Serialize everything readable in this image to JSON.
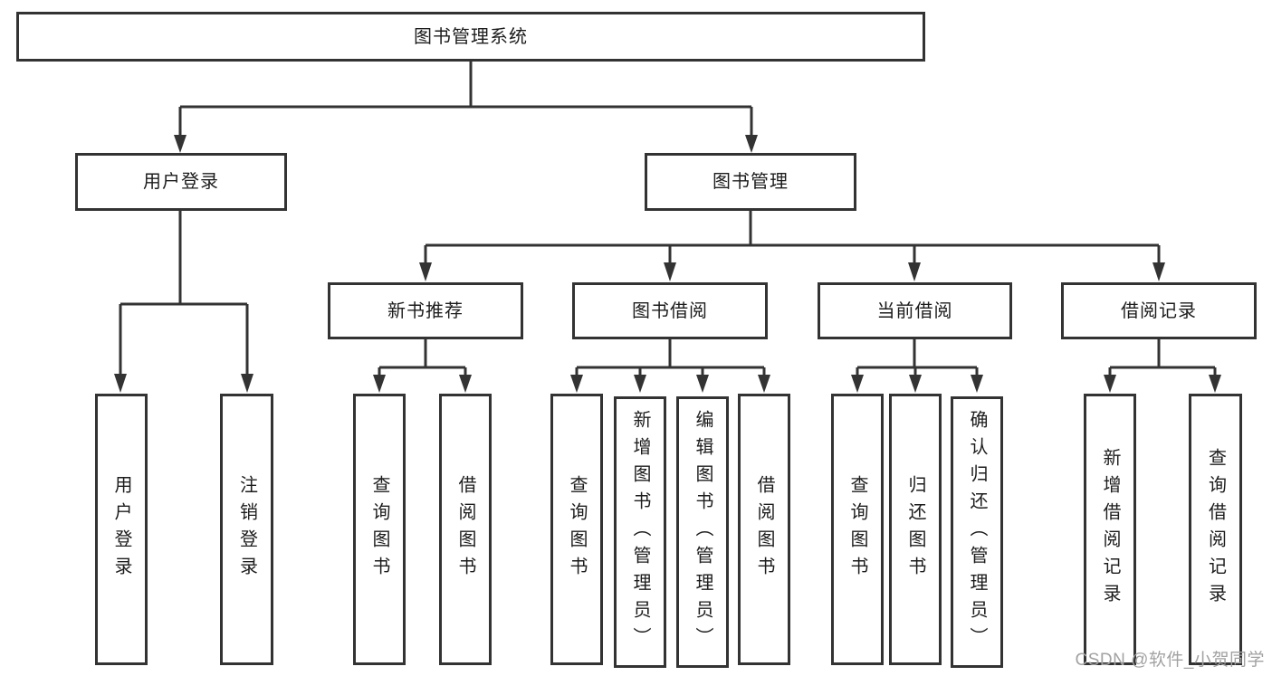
{
  "diagram": {
    "root": "图书管理系统",
    "level1": {
      "userLogin": "用户登录",
      "bookManagement": "图书管理"
    },
    "level2": {
      "newBookRecommend": "新书推荐",
      "bookBorrow": "图书借阅",
      "currentBorrow": "当前借阅",
      "borrowRecord": "借阅记录"
    },
    "leaves": {
      "userLogin": "用户登录",
      "logout": "注销登录",
      "recommendQueryBook": "查询图书",
      "recommendBorrowBook": "借阅图书",
      "borrowQueryBook": "查询图书",
      "borrowAddBook": "新增图书（管理员）",
      "borrowEditBook": "编辑图书（管理员）",
      "borrowBorrowBook": "借阅图书",
      "currentQueryBook": "查询图书",
      "currentReturnBook": "归还图书",
      "currentConfirmReturn": "确认归还（管理员）",
      "recordAdd": "新增借阅记录",
      "recordQuery": "查询借阅记录"
    }
  },
  "watermark": {
    "text": "CSDN @软件_小贺同学",
    "color": "#a2a2a2"
  },
  "colors": {
    "line": "#333333",
    "text": "#1c1c1c"
  }
}
